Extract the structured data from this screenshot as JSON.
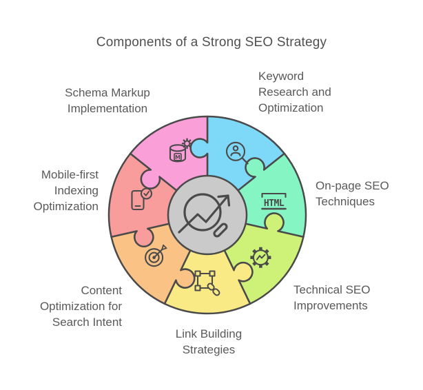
{
  "title": "Components of a Strong SEO Strategy",
  "colors": {
    "background": "#FFFFFF",
    "outline": "#4A4A4A",
    "title_text": "#4F4F4F",
    "label_text": "#595959",
    "center_fill": "#CACACA"
  },
  "diagram": {
    "type": "puzzle-ring",
    "center_icon": "magnifier-trend-icon",
    "segments": [
      {
        "label": "Keyword Research and Optimization",
        "label_lines": [
          "Keyword",
          "Research and",
          "Optimization"
        ],
        "color": "#7ED8F8",
        "icon": "magnifier-user-icon"
      },
      {
        "label": "On-page SEO Techniques",
        "label_lines": [
          "On-page SEO",
          "Techniques"
        ],
        "color": "#84F5C3",
        "icon": "html-tag-icon"
      },
      {
        "label": "Technical SEO Improvements",
        "label_lines": [
          "Technical SEO",
          "Improvements"
        ],
        "color": "#CEF277",
        "icon": "gear-chart-icon"
      },
      {
        "label": "Link Building Strategies",
        "label_lines": [
          "Link Building",
          "Strategies"
        ],
        "color": "#FAEA85",
        "icon": "vector-link-icon"
      },
      {
        "label": "Content Optimization for Search Intent",
        "label_lines": [
          "Content",
          "Optimization for",
          "Search Intent"
        ],
        "color": "#FAC285",
        "icon": "target-dart-icon"
      },
      {
        "label": "Mobile-first Indexing Optimization",
        "label_lines": [
          "Mobile-first",
          "Indexing",
          "Optimization"
        ],
        "color": "#F99C9C",
        "icon": "phone-check-icon"
      },
      {
        "label": "Schema Markup Implementation",
        "label_lines": [
          "Schema Markup",
          "Implementation"
        ],
        "color": "#FA9FD8",
        "icon": "database-gear-icon"
      }
    ]
  }
}
